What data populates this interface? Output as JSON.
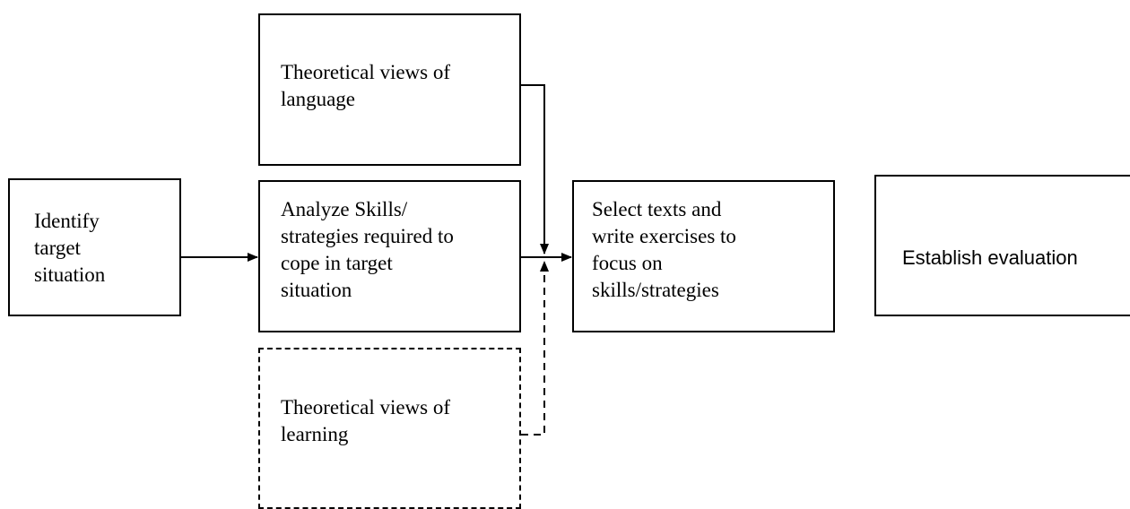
{
  "diagram": {
    "nodes": {
      "identify": "Identify\ntarget\nsituation",
      "analyze": "Analyze Skills/\nstrategies required to\ncope in target\nsituation",
      "language": "Theoretical views of\nlanguage",
      "learning": "Theoretical views of\nlearning",
      "select": "Select texts and\nwrite exercises to\nfocus on\nskills/strategies",
      "evaluation": "Establish evaluation"
    },
    "colors": {
      "line": "#000000",
      "background": "#ffffff"
    }
  }
}
